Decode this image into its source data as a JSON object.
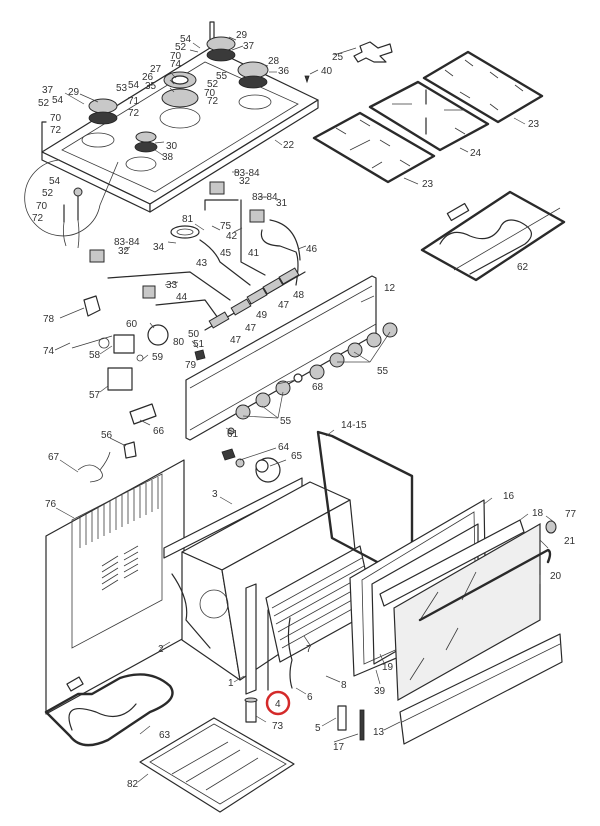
{
  "diagram": {
    "title": "Cooker exploded parts diagram",
    "highlight": {
      "part": "4",
      "color": "#d42a2a"
    },
    "labels": [
      {
        "id": "54a",
        "text": "54"
      },
      {
        "id": "52a",
        "text": "52"
      },
      {
        "id": "29a",
        "text": "29"
      },
      {
        "id": "37a",
        "text": "37"
      },
      {
        "id": "70a",
        "text": "70"
      },
      {
        "id": "74a",
        "text": "74"
      },
      {
        "id": "27",
        "text": "27"
      },
      {
        "id": "26",
        "text": "26"
      },
      {
        "id": "35",
        "text": "35"
      },
      {
        "id": "28",
        "text": "28"
      },
      {
        "id": "36",
        "text": "36"
      },
      {
        "id": "55a",
        "text": "55"
      },
      {
        "id": "52b",
        "text": "52"
      },
      {
        "id": "70b",
        "text": "70"
      },
      {
        "id": "72a",
        "text": "72"
      },
      {
        "id": "37b",
        "text": "37"
      },
      {
        "id": "29b",
        "text": "29"
      },
      {
        "id": "54b",
        "text": "54"
      },
      {
        "id": "52c",
        "text": "52"
      },
      {
        "id": "53",
        "text": "53"
      },
      {
        "id": "54c",
        "text": "54"
      },
      {
        "id": "71",
        "text": "71"
      },
      {
        "id": "72b",
        "text": "72"
      },
      {
        "id": "70c",
        "text": "70"
      },
      {
        "id": "72c",
        "text": "72"
      },
      {
        "id": "30",
        "text": "30"
      },
      {
        "id": "38",
        "text": "38"
      },
      {
        "id": "22",
        "text": "22"
      },
      {
        "id": "25",
        "text": "25"
      },
      {
        "id": "40",
        "text": "40"
      },
      {
        "id": "23a",
        "text": "23"
      },
      {
        "id": "24",
        "text": "24"
      },
      {
        "id": "23b",
        "text": "23"
      },
      {
        "id": "54d",
        "text": "54"
      },
      {
        "id": "52d",
        "text": "52"
      },
      {
        "id": "70d",
        "text": "70"
      },
      {
        "id": "72d",
        "text": "72"
      },
      {
        "id": "8384a",
        "text": "83-84"
      },
      {
        "id": "32a",
        "text": "32"
      },
      {
        "id": "8384b",
        "text": "83-84"
      },
      {
        "id": "31",
        "text": "31"
      },
      {
        "id": "81",
        "text": "81"
      },
      {
        "id": "75",
        "text": "75"
      },
      {
        "id": "42",
        "text": "42"
      },
      {
        "id": "34",
        "text": "34"
      },
      {
        "id": "45",
        "text": "45"
      },
      {
        "id": "46",
        "text": "46"
      },
      {
        "id": "41",
        "text": "41"
      },
      {
        "id": "8384c",
        "text": "83-84"
      },
      {
        "id": "32b",
        "text": "32"
      },
      {
        "id": "43",
        "text": "43"
      },
      {
        "id": "33",
        "text": "33"
      },
      {
        "id": "48",
        "text": "48"
      },
      {
        "id": "44",
        "text": "44"
      },
      {
        "id": "47a",
        "text": "47"
      },
      {
        "id": "49",
        "text": "49"
      },
      {
        "id": "47b",
        "text": "47"
      },
      {
        "id": "50",
        "text": "50"
      },
      {
        "id": "51",
        "text": "51"
      },
      {
        "id": "47c",
        "text": "47"
      },
      {
        "id": "62",
        "text": "62"
      },
      {
        "id": "12",
        "text": "12"
      },
      {
        "id": "78",
        "text": "78"
      },
      {
        "id": "60",
        "text": "60"
      },
      {
        "id": "80",
        "text": "80"
      },
      {
        "id": "74b",
        "text": "74"
      },
      {
        "id": "58",
        "text": "58"
      },
      {
        "id": "59",
        "text": "59"
      },
      {
        "id": "79",
        "text": "79"
      },
      {
        "id": "57",
        "text": "57"
      },
      {
        "id": "68",
        "text": "68"
      },
      {
        "id": "55b",
        "text": "55"
      },
      {
        "id": "55c",
        "text": "55"
      },
      {
        "id": "66",
        "text": "66"
      },
      {
        "id": "61",
        "text": "61"
      },
      {
        "id": "1415",
        "text": "14-15"
      },
      {
        "id": "56",
        "text": "56"
      },
      {
        "id": "64",
        "text": "64"
      },
      {
        "id": "65",
        "text": "65"
      },
      {
        "id": "67",
        "text": "67"
      },
      {
        "id": "3",
        "text": "3"
      },
      {
        "id": "76",
        "text": "76"
      },
      {
        "id": "16",
        "text": "16"
      },
      {
        "id": "18",
        "text": "18"
      },
      {
        "id": "77",
        "text": "77"
      },
      {
        "id": "21",
        "text": "21"
      },
      {
        "id": "20",
        "text": "20"
      },
      {
        "id": "2",
        "text": "2"
      },
      {
        "id": "7",
        "text": "7"
      },
      {
        "id": "19",
        "text": "19"
      },
      {
        "id": "1",
        "text": "1"
      },
      {
        "id": "8",
        "text": "8"
      },
      {
        "id": "39",
        "text": "39"
      },
      {
        "id": "6",
        "text": "6"
      },
      {
        "id": "4",
        "text": "4"
      },
      {
        "id": "63",
        "text": "63"
      },
      {
        "id": "73",
        "text": "73"
      },
      {
        "id": "5",
        "text": "5"
      },
      {
        "id": "13",
        "text": "13"
      },
      {
        "id": "17",
        "text": "17"
      },
      {
        "id": "82",
        "text": "82"
      }
    ]
  }
}
